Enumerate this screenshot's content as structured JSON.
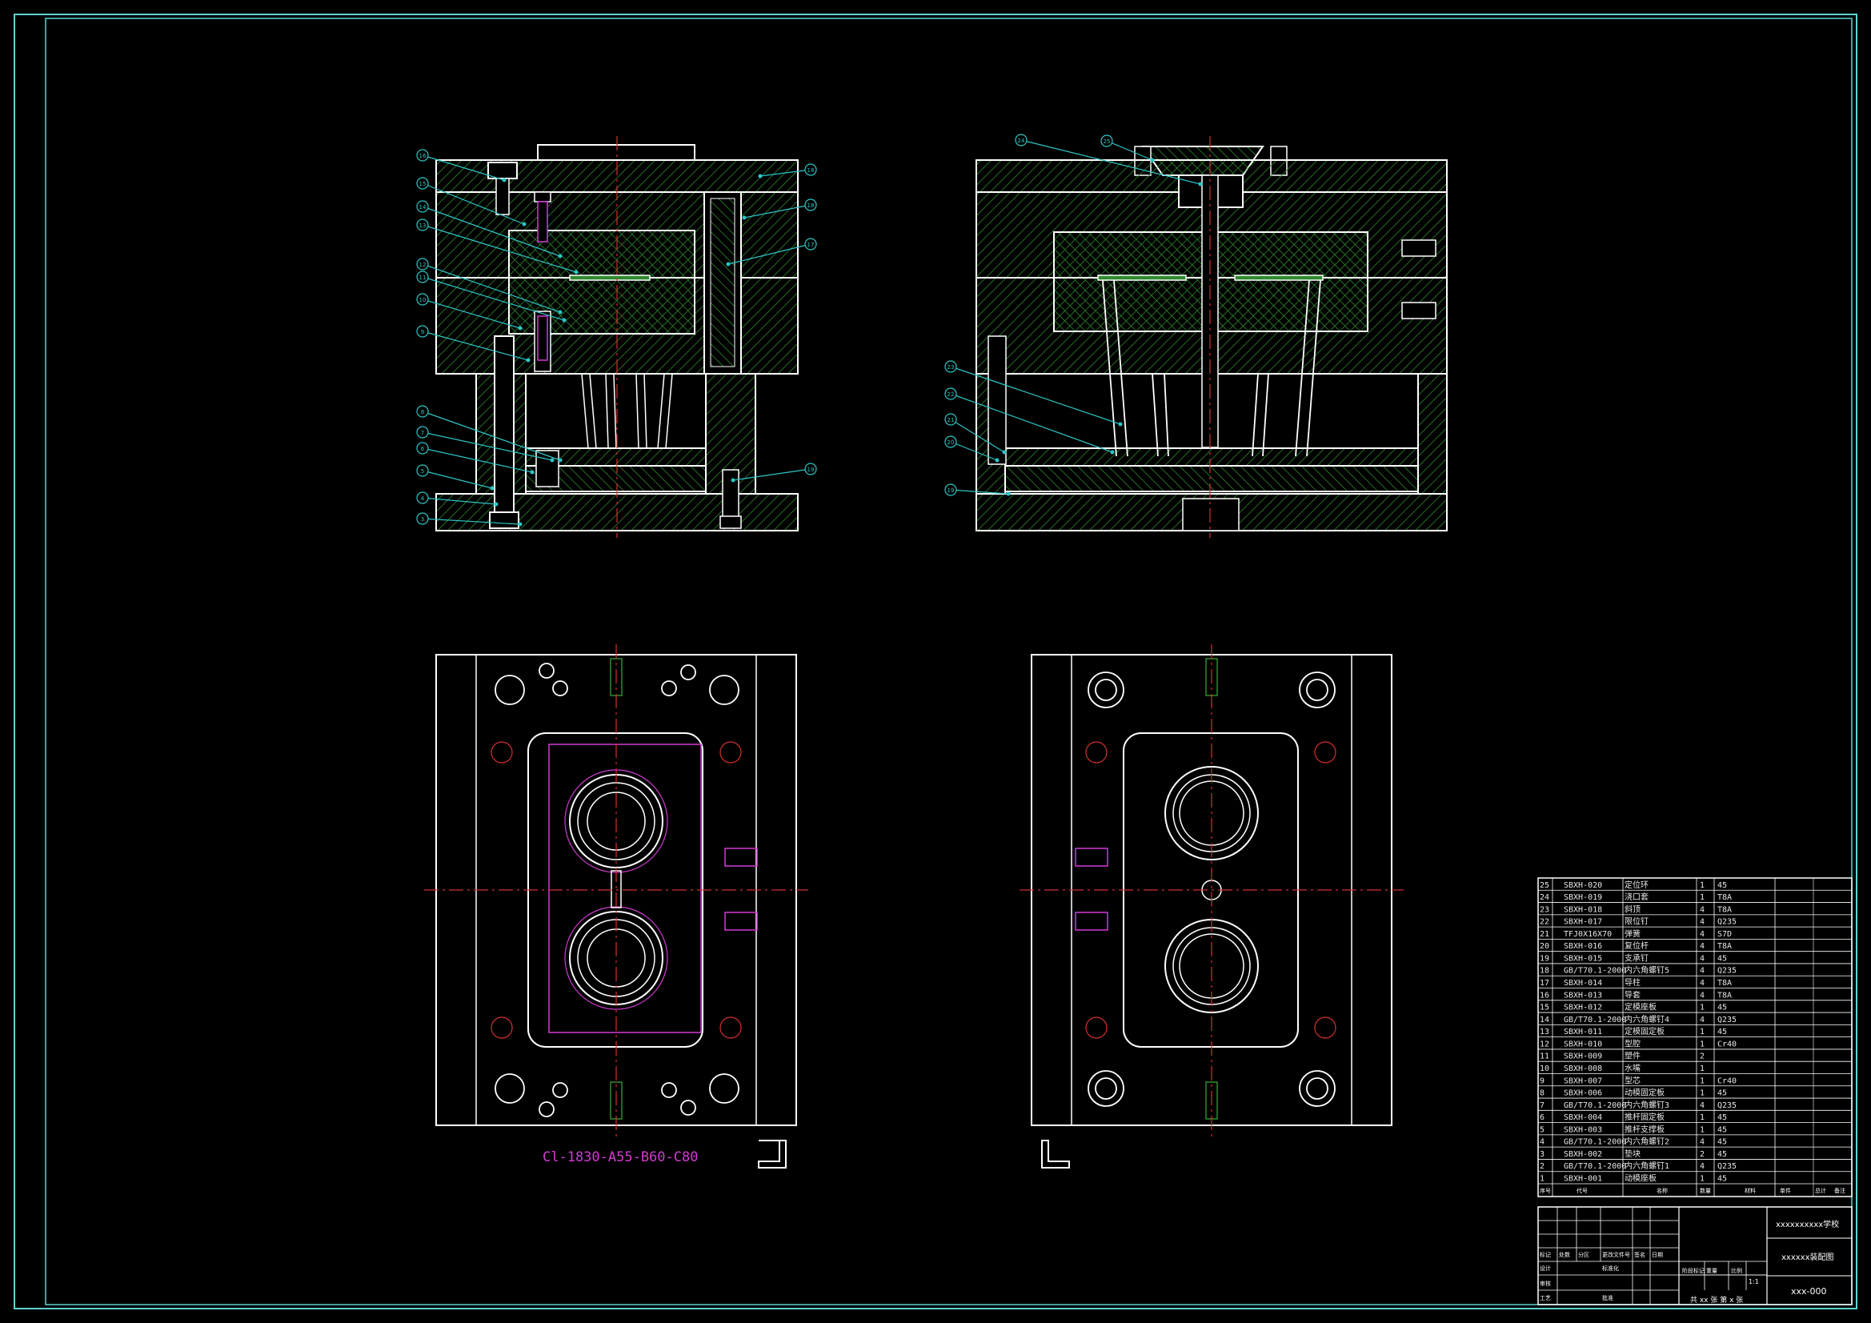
{
  "drawing": {
    "designation": "Cl-1830-A55-B60-C80",
    "school": "xxxxxxxxxx学校",
    "drawing_title": "xxxxxx装配图",
    "drawing_code": "xxx-000",
    "sheet_info": "共 xx 张  第 x 张",
    "scale": "1:1"
  },
  "colors": {
    "border": "#5fd3d3",
    "outline": "#ffffff",
    "hatch": "#2f8a2f",
    "center": "#d43030",
    "leader": "#2ec4c4",
    "magenta": "#d23cd2"
  },
  "balloons_front": [
    "16",
    "15",
    "14",
    "13",
    "12",
    "11",
    "10",
    "9",
    "8",
    "7",
    "6",
    "5",
    "4",
    "3",
    "2",
    "1"
  ],
  "balloons_front_right": [
    "18",
    "18",
    "17",
    "19"
  ],
  "balloons_side": [
    "24",
    "25",
    "23",
    "22",
    "21",
    "20",
    "19"
  ],
  "bom": {
    "headers": [
      "序号",
      "代号",
      "名称",
      "数量",
      "材料",
      "单件",
      "总计",
      "备注"
    ],
    "rows": [
      [
        "25",
        "SBXH-020",
        "定位环",
        "1",
        "45",
        ""
      ],
      [
        "24",
        "SBXH-019",
        "浇口套",
        "1",
        "T8A",
        ""
      ],
      [
        "23",
        "SBXH-018",
        "斜顶",
        "4",
        "T8A",
        ""
      ],
      [
        "22",
        "SBXH-017",
        "限位钉",
        "4",
        "Q235",
        ""
      ],
      [
        "21",
        "TFJ0X16X70",
        "弹簧",
        "4",
        "S7D",
        ""
      ],
      [
        "20",
        "SBXH-016",
        "复位杆",
        "4",
        "T8A",
        ""
      ],
      [
        "19",
        "SBXH-015",
        "支承钉",
        "4",
        "45",
        ""
      ],
      [
        "18",
        "GB/T70.1-2000",
        "内六角螺钉5",
        "4",
        "Q235",
        ""
      ],
      [
        "17",
        "SBXH-014",
        "导柱",
        "4",
        "T8A",
        ""
      ],
      [
        "16",
        "SBXH-013",
        "导套",
        "4",
        "T8A",
        ""
      ],
      [
        "15",
        "SBXH-012",
        "定模座板",
        "1",
        "45",
        ""
      ],
      [
        "14",
        "GB/T70.1-2000",
        "内六角螺钉4",
        "4",
        "Q235",
        ""
      ],
      [
        "13",
        "SBXH-011",
        "定模固定板",
        "1",
        "45",
        ""
      ],
      [
        "12",
        "SBXH-010",
        "型腔",
        "1",
        "Cr40",
        ""
      ],
      [
        "11",
        "SBXH-009",
        "塑件",
        "2",
        "",
        ""
      ],
      [
        "10",
        "SBXH-008",
        "水嘴",
        "1",
        "",
        ""
      ],
      [
        "9",
        "SBXH-007",
        "型芯",
        "1",
        "Cr40",
        ""
      ],
      [
        "8",
        "SBXH-006",
        "动模固定板",
        "1",
        "45",
        ""
      ],
      [
        "7",
        "GB/T70.1-2000",
        "内六角螺钉3",
        "4",
        "Q235",
        ""
      ],
      [
        "6",
        "SBXH-004",
        "推杆固定板",
        "1",
        "45",
        ""
      ],
      [
        "5",
        "SBXH-003",
        "推杆支撑板",
        "1",
        "45",
        ""
      ],
      [
        "4",
        "GB/T70.1-2000",
        "内六角螺钉2",
        "4",
        "45",
        ""
      ],
      [
        "3",
        "SBXH-002",
        "垫块",
        "2",
        "45",
        ""
      ],
      [
        "2",
        "GB/T70.1-2000",
        "内六角螺钉1",
        "4",
        "Q235",
        ""
      ],
      [
        "1",
        "SBXH-001",
        "动模座板",
        "1",
        "45",
        ""
      ]
    ]
  },
  "title_block": {
    "labels": [
      "标记",
      "处数",
      "分区",
      "更改文件号",
      "签名",
      "日期",
      "设计",
      "标准化",
      "阶段标记",
      "重量",
      "比例",
      "审核",
      "工艺",
      "批准"
    ]
  }
}
